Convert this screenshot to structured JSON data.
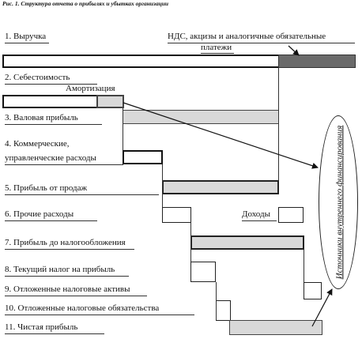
{
  "caption": "Рис. 1. Структура отчета о прибылях и убытках организации",
  "items": {
    "revenue": "1. Выручка",
    "vat": "НДС, акцизы и аналогичные обязательные",
    "vat2": "платежи",
    "cost": "2. Себестоимость",
    "amortization": "Амортизация",
    "gross": "3. Валовая прибыль",
    "commercial1": "4. Коммерческие,",
    "commercial2": "управленческие расходы",
    "sales_profit": "5. Прибыль от продаж",
    "other_expenses": "6. Прочие расходы",
    "income": "Доходы",
    "pretax": "7. Прибыль до налогообложения",
    "current_tax": "8. Текущий налог на прибыль",
    "deferred_assets": "9. Отложенные налоговые активы",
    "deferred_liab": "10. Отложенные налоговые обязательства",
    "net_profit": "11. Чистая прибыль"
  },
  "ellipse_label": "Источники внутреннего финансирования",
  "colors": {
    "dark_bar": "#6a6a6a",
    "gray_bar": "#d9d9d9"
  }
}
